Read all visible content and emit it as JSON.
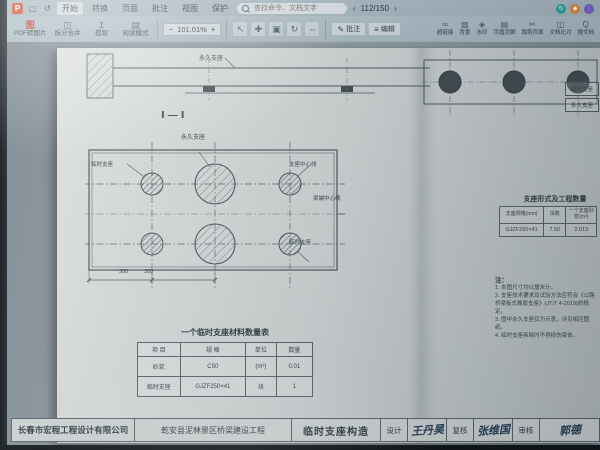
{
  "app": {
    "logo_glyph": "P",
    "misc_icons": {
      "save": "▢",
      "undo": "↺",
      "sync": "↻",
      "vip": "◆",
      "more": "⋮"
    },
    "tabs": [
      "开始",
      "转换",
      "页面",
      "批注",
      "视图",
      "保护"
    ],
    "search_placeholder": "查找命令、文档文字",
    "page_nav": {
      "prev": "‹",
      "value": "112/150",
      "next": "›"
    },
    "zoom": {
      "minus": "−",
      "value": "101.01%",
      "plus": "+"
    },
    "tools_left": [
      {
        "icon": "图",
        "label": "PDF转图片"
      },
      {
        "icon": "◫",
        "label": "拆分合并"
      },
      {
        "icon": "↥",
        "label": "提取"
      },
      {
        "icon": "▤",
        "label": "阅读模式"
      }
    ],
    "view_icons": {
      "select": "↖",
      "hand": "✚",
      "snapshot": "▣",
      "rotate": "↻",
      "fit": "⇔"
    },
    "modes": [
      {
        "icon": "✎",
        "label": "批注"
      },
      {
        "icon": "≡",
        "label": "编辑"
      }
    ],
    "tools_right": [
      {
        "icon": "∞",
        "label": "超链接"
      },
      {
        "icon": "▨",
        "label": "背景"
      },
      {
        "icon": "◈",
        "label": "水印"
      },
      {
        "icon": "▤",
        "label": "页眉页脚"
      },
      {
        "icon": "✂",
        "label": "裁剪页面"
      },
      {
        "icon": "◫",
        "label": "文档比对"
      },
      {
        "icon": "Q",
        "label": "搜文档"
      }
    ]
  },
  "doc": {
    "section_label": "Ⅰ—Ⅰ",
    "elevation_label": "永久支座",
    "plan": {
      "permanent_label": "永久支座",
      "temp_label_tl": "临时支座",
      "temp_label_br": "临时支座",
      "centerline_bearing": "支座中心线",
      "centerline_beam": "梁端中心线",
      "dims": [
        "300",
        "300"
      ]
    },
    "material_table": {
      "title": "一个临时支座材料数量表",
      "headers": [
        "项 目",
        "规 格",
        "单位",
        "数量"
      ],
      "rows": [
        [
          "砂浆",
          "C50",
          "(m³)",
          "0.01"
        ],
        [
          "临时支座",
          "GJZF250×41",
          "块",
          "1"
        ]
      ]
    },
    "right": {
      "legend": [
        "临时支座",
        "永久支座"
      ],
      "table_title": "支座形式及工程数量",
      "headers": [
        "支座规格(mm)",
        "块数",
        "一个支座砂浆(m³)"
      ],
      "row": [
        "GJZF250×41",
        "7.50",
        "2.013"
      ],
      "notes_title": "注：",
      "notes": [
        "1. 本图尺寸均以厘米计。",
        "2. 支座技术要求及试验方法应符合《公路桥梁板式橡胶支座》(JT/T 4-2019)的规定。",
        "3. 图中永久支座仅为示意，详见相应图纸。",
        "4. 临时支座拆除时不得损伤梁体。"
      ]
    },
    "title_block": {
      "company": "长春市宏程工程设计有限公司",
      "project": "乾安县泥林景区桥梁建设工程",
      "drawing": "临时支座构造",
      "design": "设计",
      "design_sig": "王丹昊",
      "check": "复核",
      "check_sig": "张维国",
      "review": "审核",
      "review_sig": "郭德"
    }
  }
}
